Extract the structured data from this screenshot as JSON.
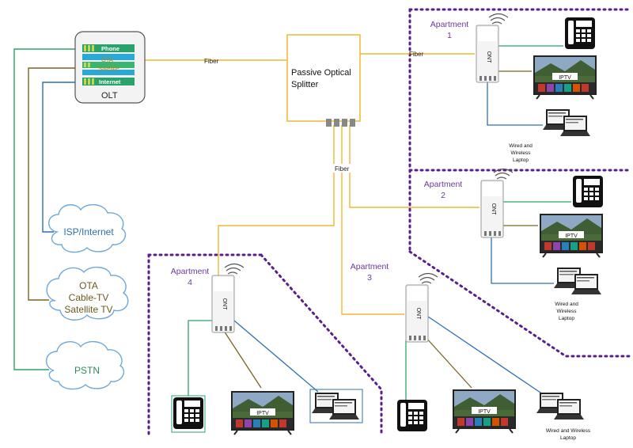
{
  "olt": {
    "label": "OLT",
    "ports": [
      "Phone",
      "OTA",
      "Satellite",
      "Internet"
    ]
  },
  "splitter": {
    "line1": "Passive Optical",
    "line2": "Splitter"
  },
  "fiber_labels": [
    "Fiber",
    "Fiber",
    "Fiber"
  ],
  "clouds": {
    "isp": [
      "ISP/Internet"
    ],
    "ota": [
      "OTA",
      "Cable-TV",
      "Satellite TV"
    ],
    "pstn": [
      "PSTN"
    ]
  },
  "apartments": [
    {
      "name": "Apartment",
      "number": "1"
    },
    {
      "name": "Apartment",
      "number": "2"
    },
    {
      "name": "Apartment",
      "number": "3"
    },
    {
      "name": "Apartment",
      "number": "4"
    }
  ],
  "ont_label": "ONT",
  "tv_label": "IPTV",
  "laptop_labels": {
    "apt1": [
      "Wired and",
      "Wireless",
      "Laptop"
    ],
    "apt2": [
      "Wired and",
      "Wireless",
      "Laptop"
    ],
    "apt3": [
      "Wired and Wireless",
      "Laptop"
    ]
  },
  "colors": {
    "fiber": "#f2b632",
    "phone": "#2aa36b",
    "tv": "#7a6420",
    "internet": "#2f6fb3",
    "apt_border": "#5a1f8c",
    "apt_label": "#6b3a9a",
    "cloud_stroke": "#6fa8dc",
    "cloud_green_text": "#2e8b57",
    "cloud_blue_text": "#2f6fb3",
    "cloud_olive_text": "#6b5a1e"
  }
}
